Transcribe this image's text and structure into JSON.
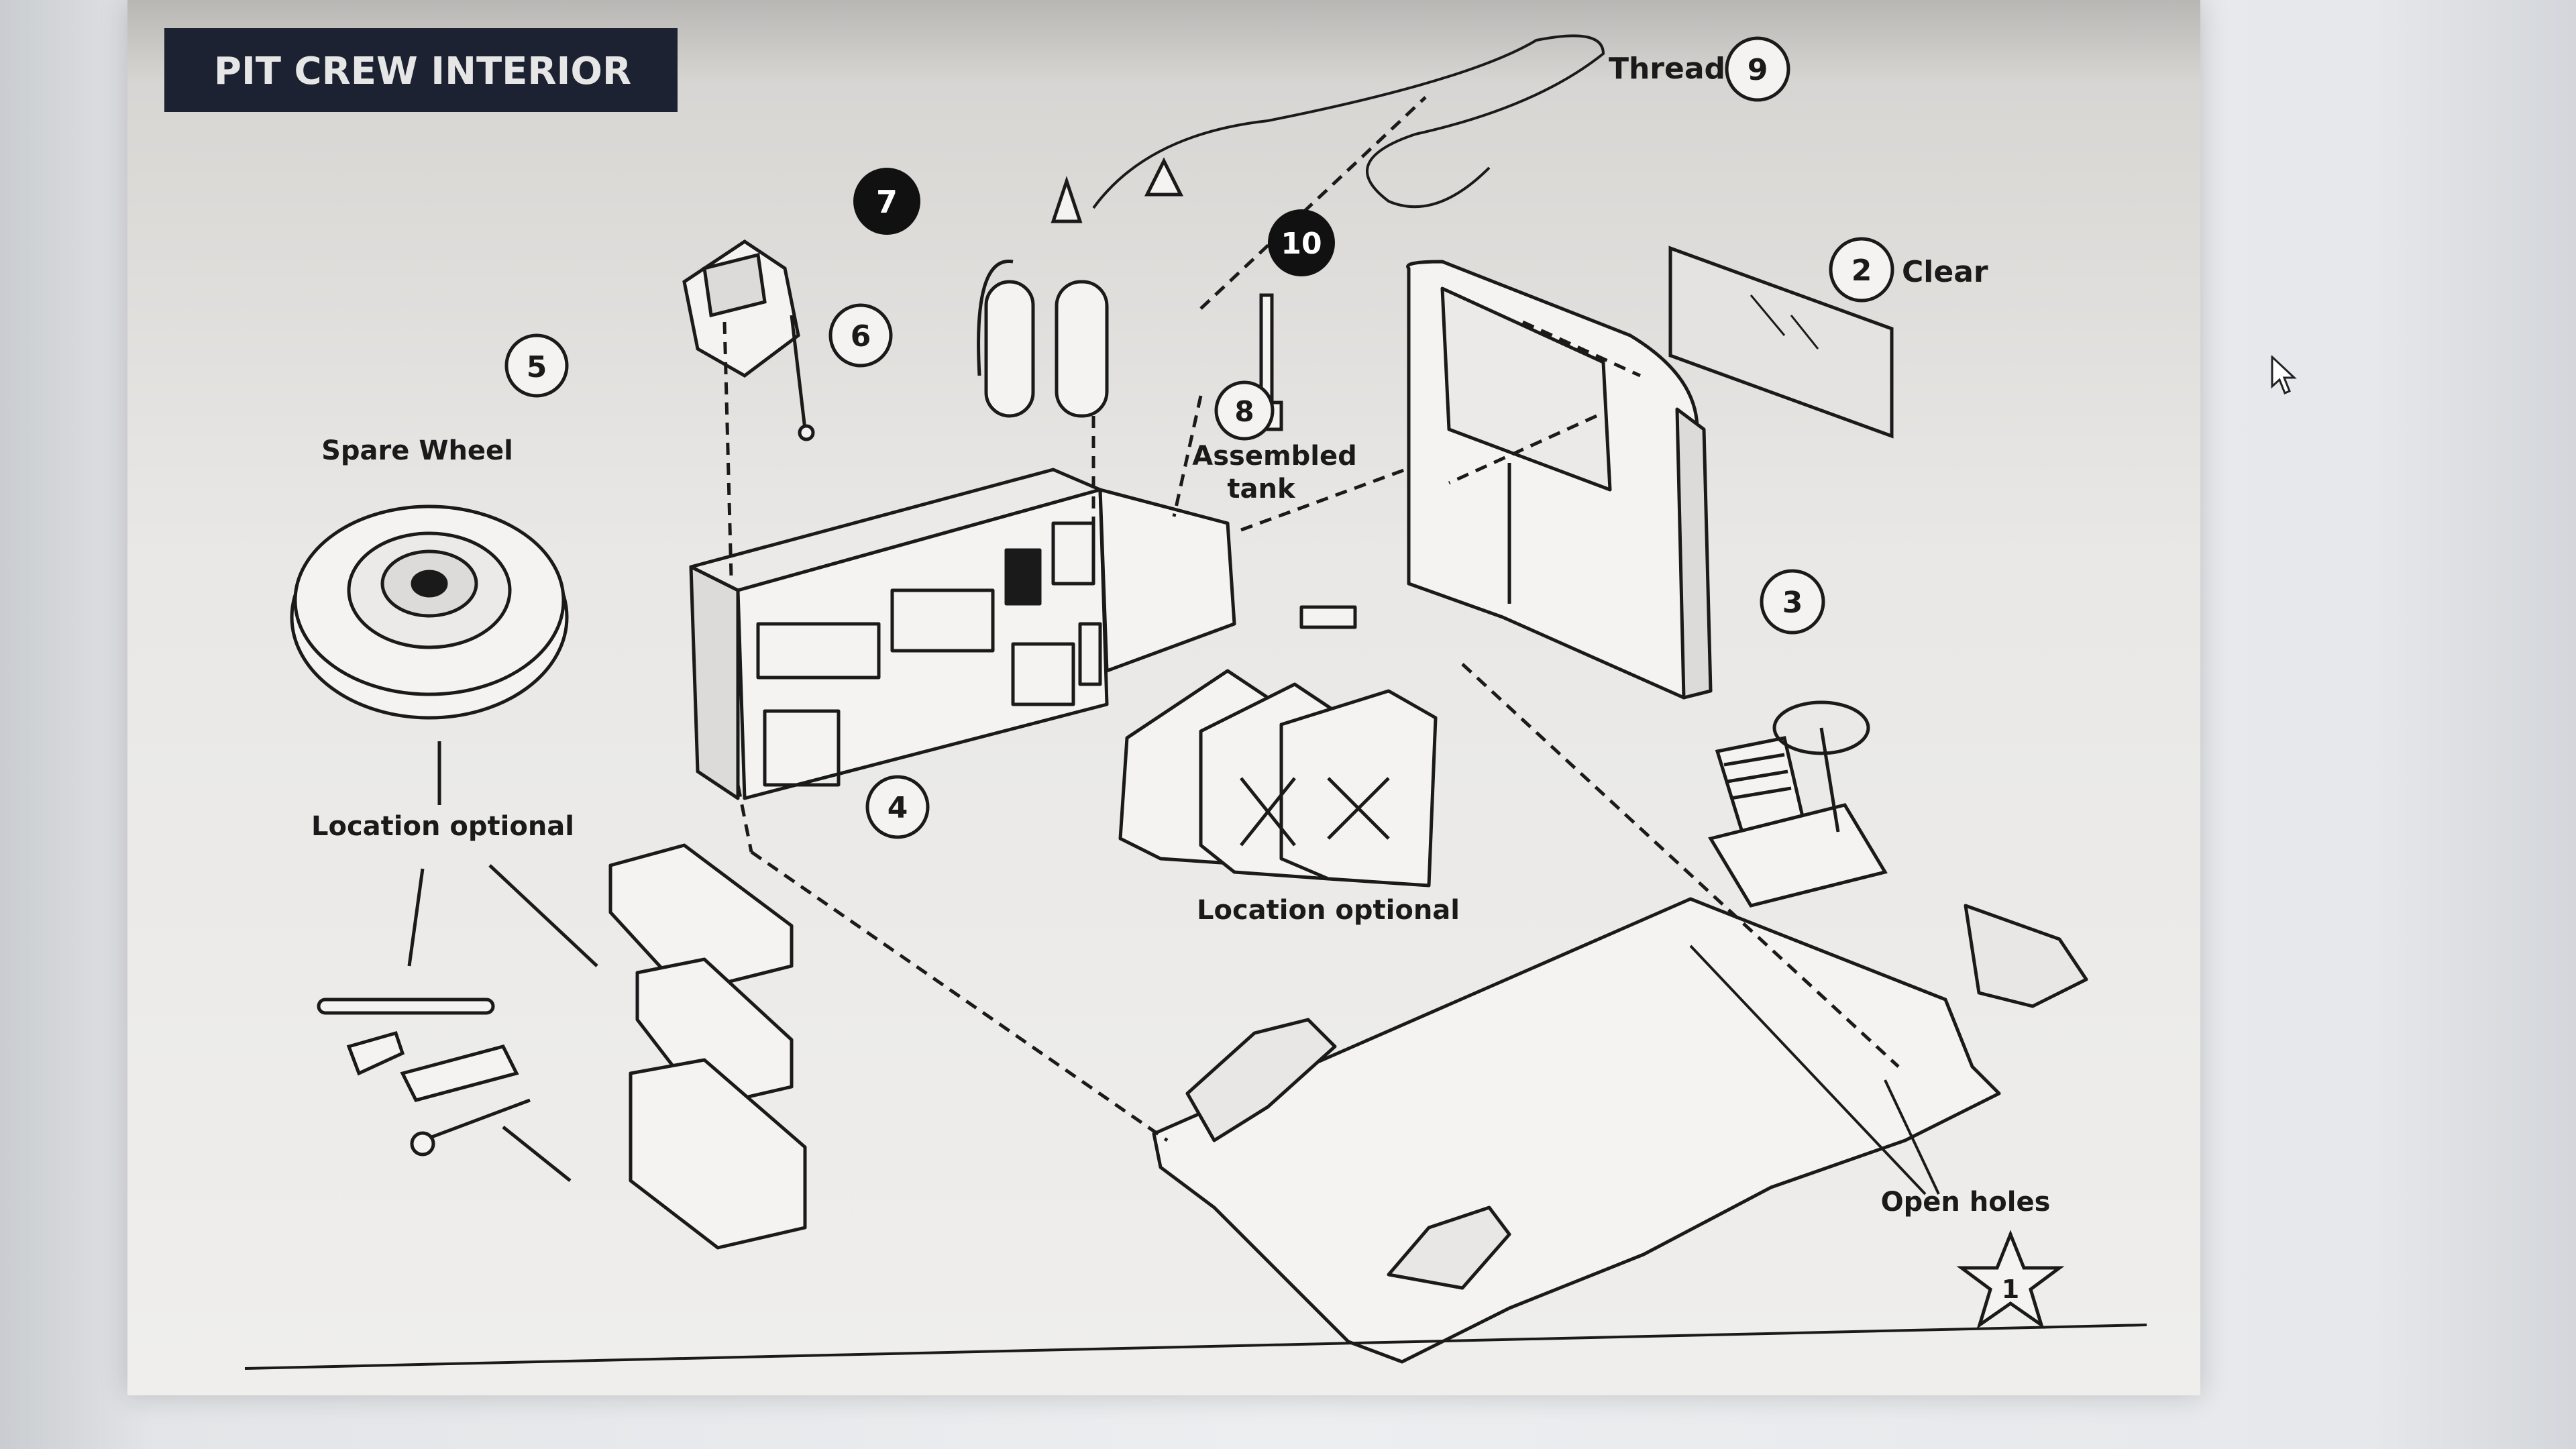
{
  "title": "PIT CREW INTERIOR",
  "parts": [
    {
      "number": "1",
      "style": "star"
    },
    {
      "number": "2",
      "label": "Clear",
      "style": "outline"
    },
    {
      "number": "3",
      "style": "outline"
    },
    {
      "number": "4",
      "style": "outline"
    },
    {
      "number": "5",
      "style": "outline"
    },
    {
      "number": "6",
      "style": "outline"
    },
    {
      "number": "7",
      "style": "filled"
    },
    {
      "number": "8",
      "style": "outline"
    },
    {
      "number": "9",
      "label": "Thread",
      "style": "outline"
    },
    {
      "number": "10",
      "style": "filled"
    }
  ],
  "labels": {
    "spare_wheel": "Spare Wheel",
    "location_optional_left": "Location optional",
    "location_optional_center": "Location optional",
    "assembled_tank_line1": "Assembled",
    "assembled_tank_line2": "tank",
    "open_holes": "Open holes"
  },
  "colors": {
    "ink": "#1a1a1a",
    "title_bg": "#1c2231",
    "title_text": "#e6e6e6",
    "paper": "#ebeae8"
  },
  "icons": [
    "cursor-arrow-icon",
    "star-icon"
  ]
}
